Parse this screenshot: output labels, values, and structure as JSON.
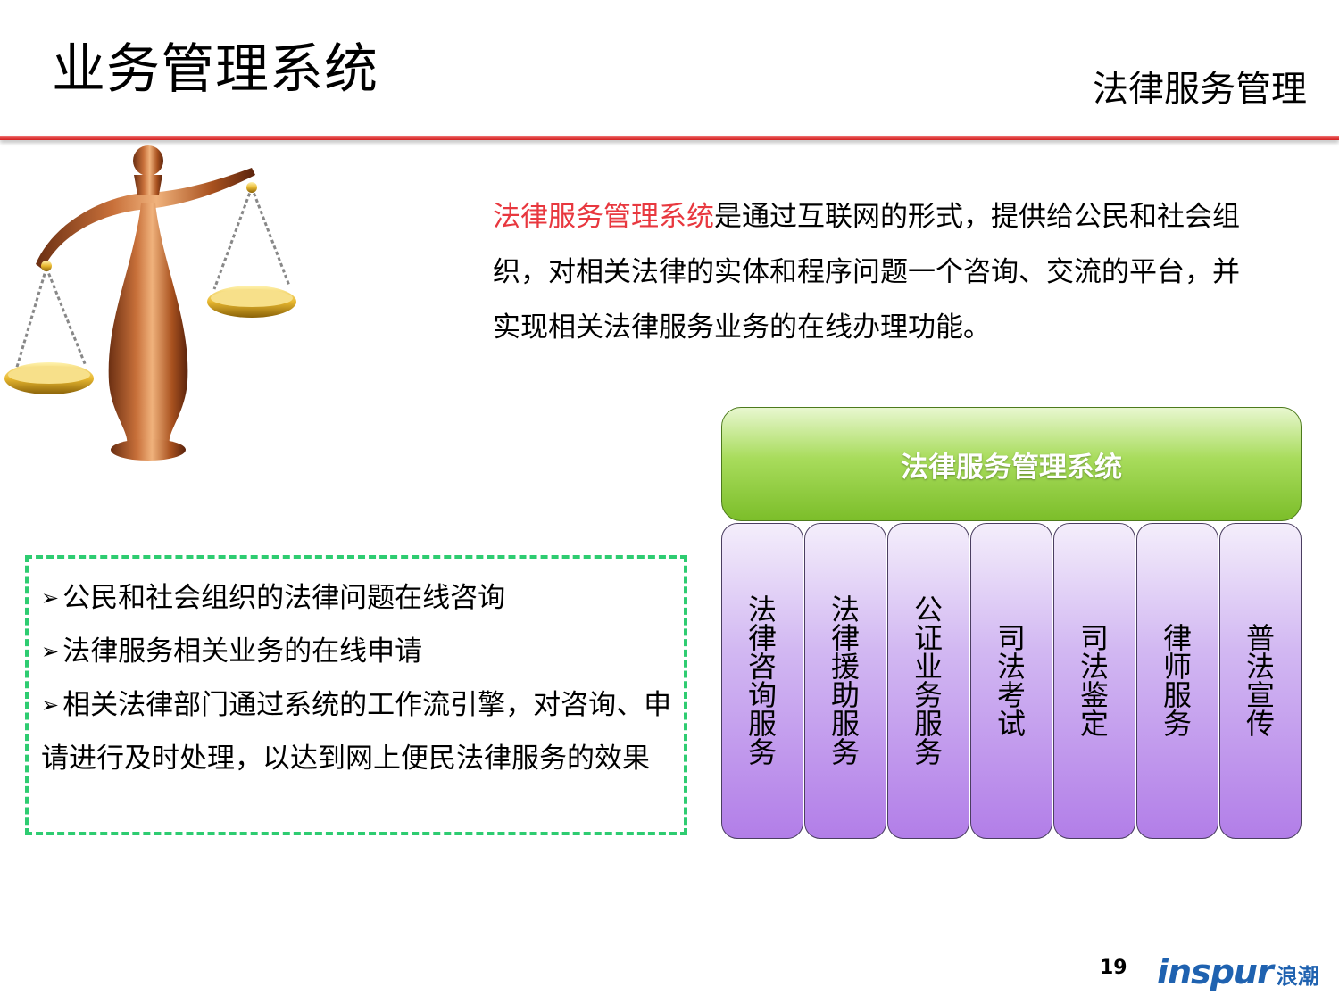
{
  "header": {
    "title": "业务管理系统",
    "subtitle": "法律服务管理",
    "accent_color": "#d42020"
  },
  "intro": {
    "highlight": "法律服务管理系统",
    "text": "是通过互联网的形式，提供给公民和社会组织，对相关法律的实体和程序问题一个咨询、交流的平台，并实现相关法律服务业务的在线办理功能。",
    "highlight_color": "#e8383f"
  },
  "illustration": {
    "icon": "scales-of-justice-icon"
  },
  "bullets": {
    "marker": "➢",
    "items": [
      "公民和社会组织的法律问题在线咨询",
      "法律服务相关业务的在线申请",
      "相关法律部门通过系统的工作流引擎，对咨询、申请进行及时处理，以达到网上便民法律服务的效果"
    ]
  },
  "diagram": {
    "system_label": "法律服务管理系统",
    "modules": [
      "法律咨询服务",
      "法律援助服务",
      "公证业务服务",
      "司法考试",
      "司法鉴定",
      "律师服务",
      "普法宣传"
    ]
  },
  "footer": {
    "page_number": "19",
    "logo_en": "inspur",
    "logo_cn": "浪潮",
    "logo_color": "#1f62b0"
  }
}
